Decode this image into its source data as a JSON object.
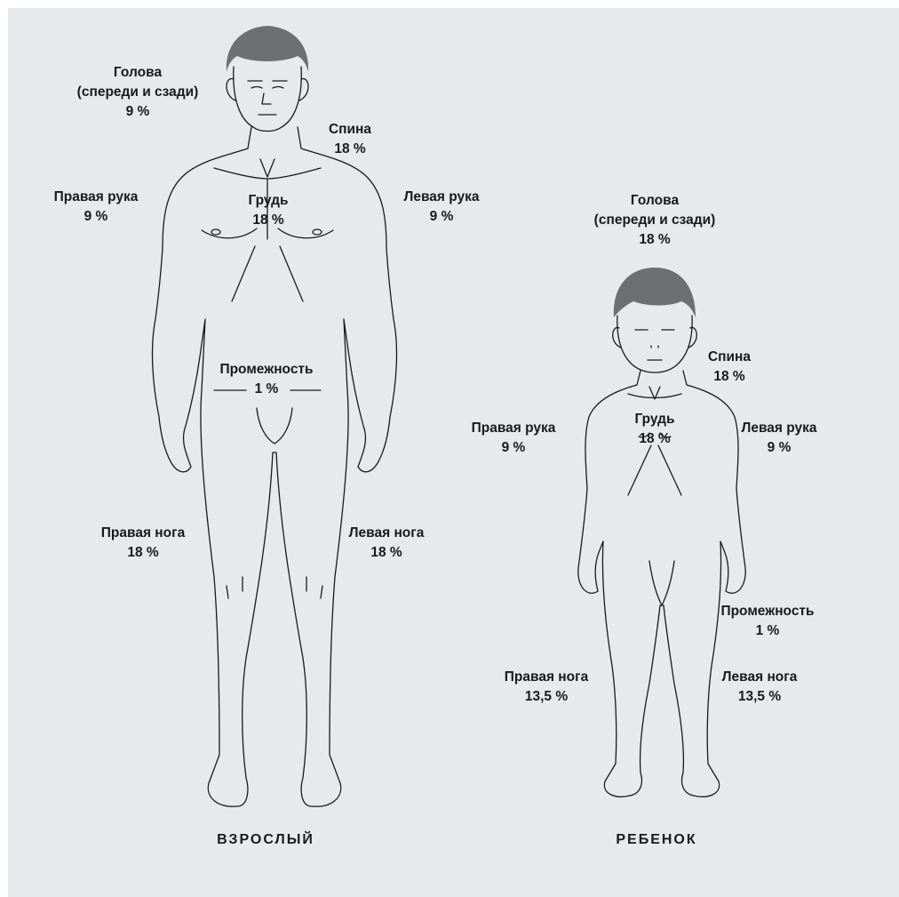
{
  "adult": {
    "title": "ВЗРОСЛЫЙ",
    "head": [
      "Голова",
      "(спереди и сзади)",
      "9 %"
    ],
    "back": [
      "Спина",
      "18 %"
    ],
    "chest": [
      "Грудь",
      "18 %"
    ],
    "right_arm": [
      "Правая рука",
      "9 %"
    ],
    "left_arm": [
      "Левая рука",
      "9 %"
    ],
    "perineum": [
      "Промежность",
      "1 %"
    ],
    "right_leg": [
      "Правая нога",
      "18 %"
    ],
    "left_leg": [
      "Левая нога",
      "18 %"
    ]
  },
  "child": {
    "title": "РЕБЕНОК",
    "head": [
      "Голова",
      "(спереди и сзади)",
      "18 %"
    ],
    "back": [
      "Спина",
      "18 %"
    ],
    "chest": [
      "Грудь",
      "18 %"
    ],
    "right_arm": [
      "Правая рука",
      "9 %"
    ],
    "left_arm": [
      "Левая рука",
      "9 %"
    ],
    "perineum": [
      "Промежность",
      "1 %"
    ],
    "right_leg": [
      "Правая нога",
      "13,5 %"
    ],
    "left_leg": [
      "Левая нога",
      "13,5 %"
    ]
  },
  "colors": {
    "background": "#e8e9eb",
    "hair": "#6e6f71",
    "outline": "#1a1a1a"
  }
}
